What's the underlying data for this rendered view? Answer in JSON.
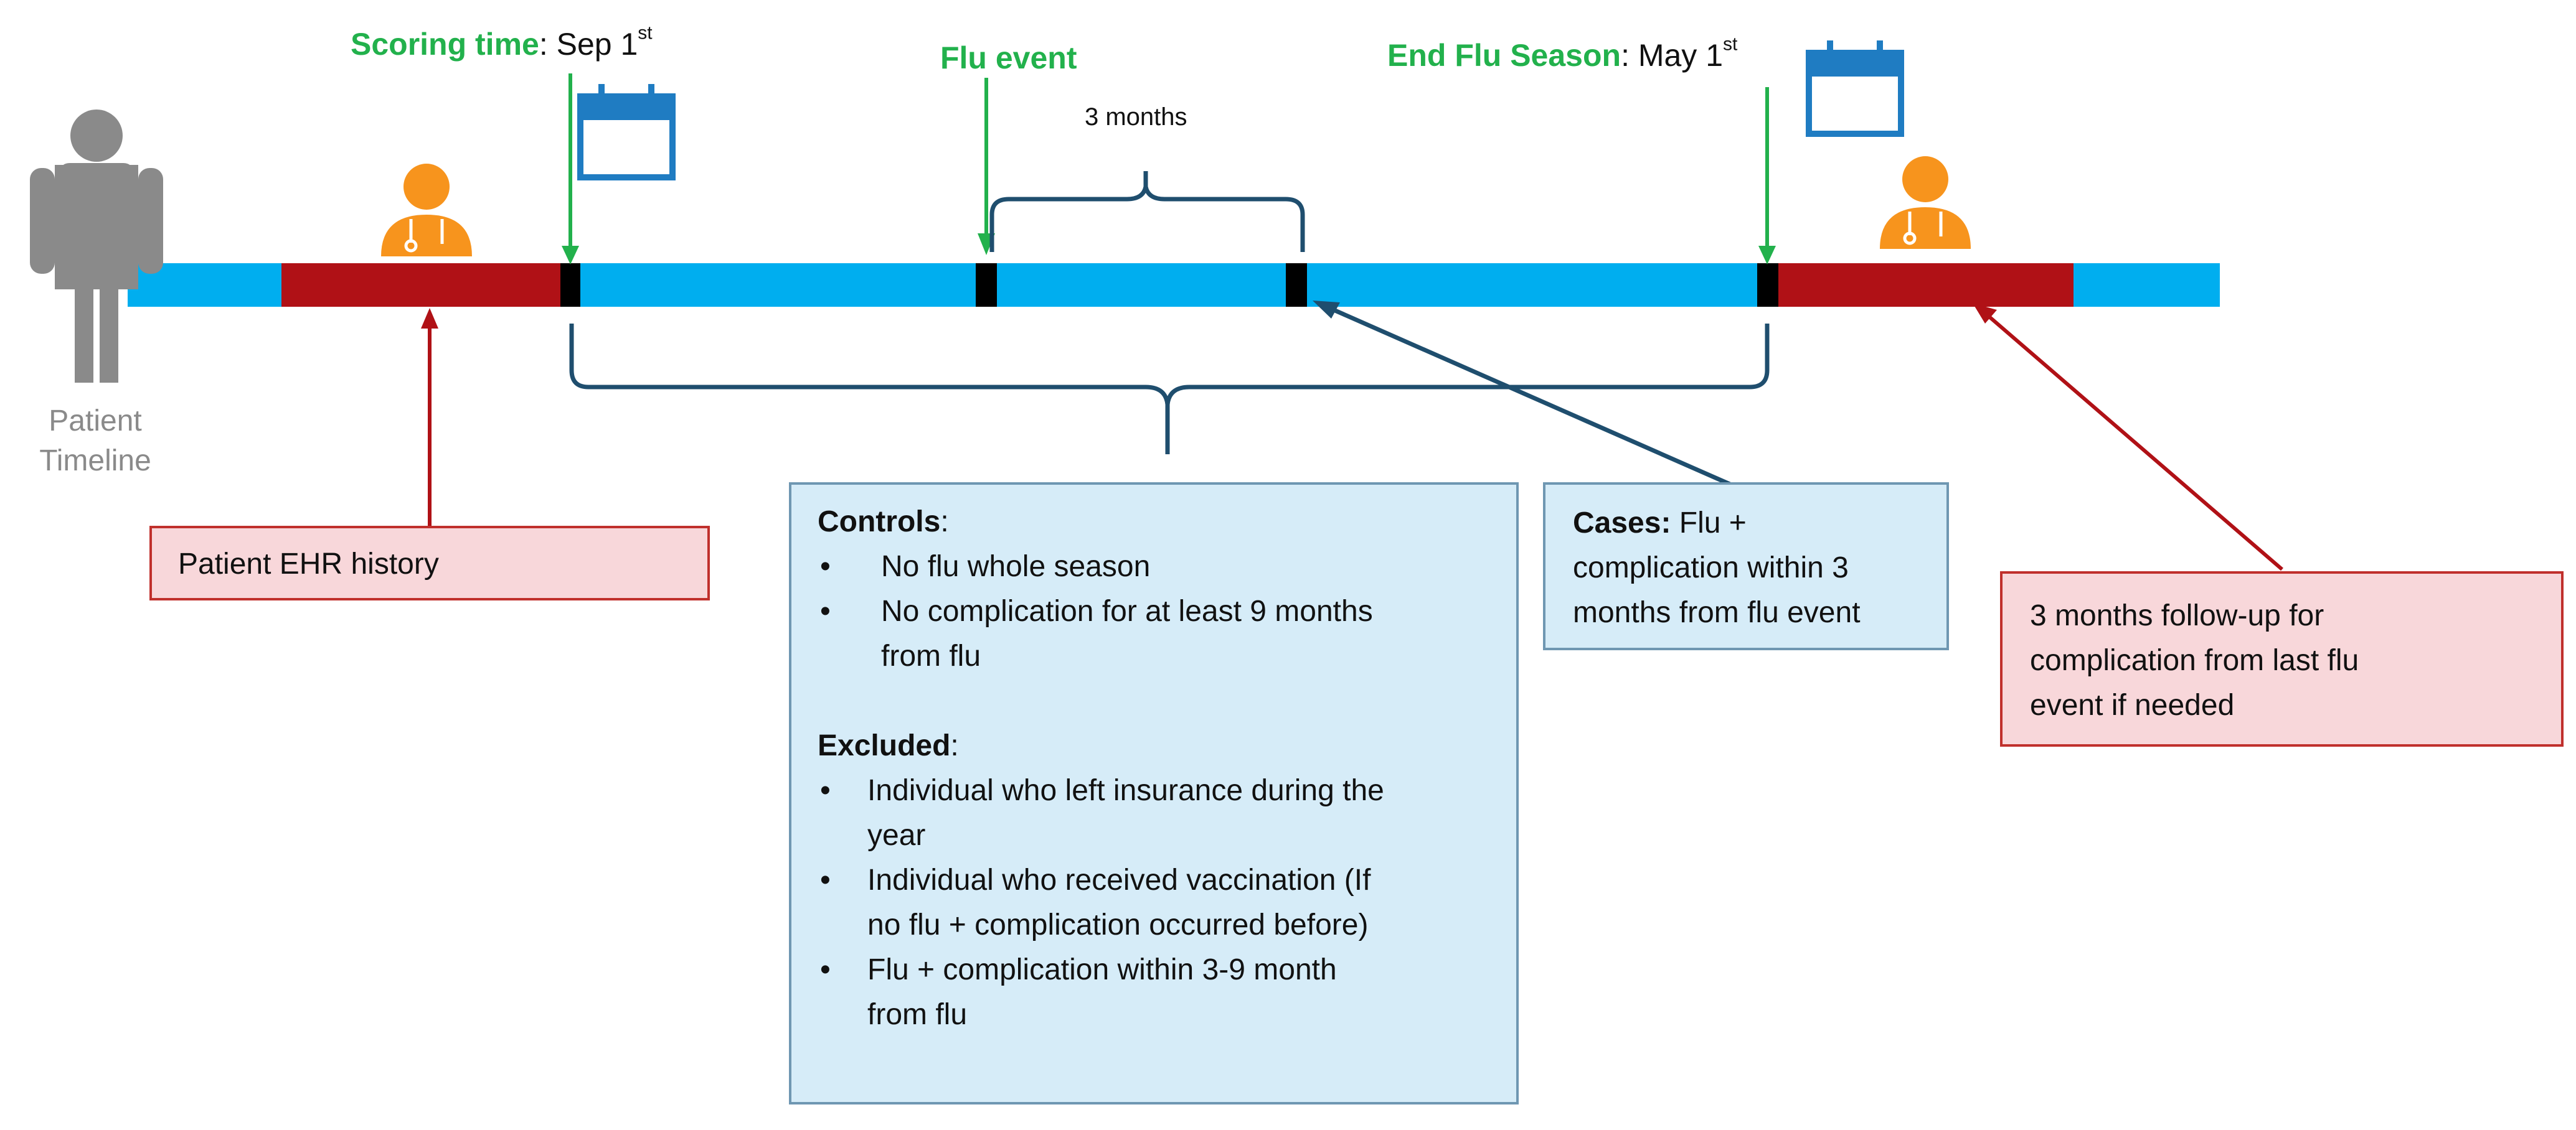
{
  "timeline": {
    "patient_label_line1": "Patient",
    "patient_label_line2": "Timeline",
    "scoring_time_label": "Scoring time",
    "scoring_time_value": ": Sep 1",
    "scoring_time_sup": "st",
    "flu_event_label": "Flu event",
    "end_season_label": "End Flu Season",
    "end_season_value": ": May 1",
    "end_season_sup": "st",
    "three_months_label": "3 months"
  },
  "boxes": {
    "ehr_history": "Patient EHR history",
    "controls": {
      "heading": "Controls",
      "heading_suffix": ":",
      "items": [
        [
          "No flu whole season"
        ],
        [
          "No complication for at least 9 months",
          "from flu"
        ]
      ]
    },
    "excluded": {
      "heading": "Excluded",
      "heading_suffix": ":",
      "items": [
        [
          "Individual who left insurance during the",
          "year"
        ],
        [
          "Individual who received vaccination (If",
          "no flu + complication occurred before)"
        ],
        [
          "Flu + complication within 3-9 month",
          "from flu"
        ]
      ]
    },
    "cases": {
      "heading": "Cases:",
      "lines": [
        " Flu +",
        "complication within 3",
        "months from flu event"
      ]
    },
    "followup": [
      "3 months follow-up for",
      "complication from last flu",
      "event if needed"
    ]
  },
  "colors": {
    "timeline_blue": "#00aeef",
    "history_red": "#b01116",
    "green_arrow": "#22b14c",
    "brace_dark_blue": "#1f4e6e",
    "person_grey": "#8a8a8a",
    "doctor_orange": "#f7941d",
    "calendar_blue": "#1f7cc2"
  },
  "icons": [
    "person-icon",
    "doctor-icon",
    "calendar-icon"
  ]
}
